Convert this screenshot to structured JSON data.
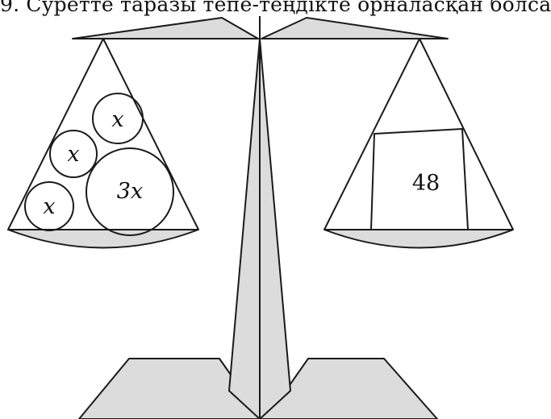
{
  "caption": "9. Суретте таразы тепе-теңдікте орналасқан болса",
  "left_pan": {
    "items": [
      {
        "label": "x"
      },
      {
        "label": "x"
      },
      {
        "label": "x"
      },
      {
        "label": "3x"
      }
    ]
  },
  "right_pan": {
    "weight_label": "48"
  }
}
